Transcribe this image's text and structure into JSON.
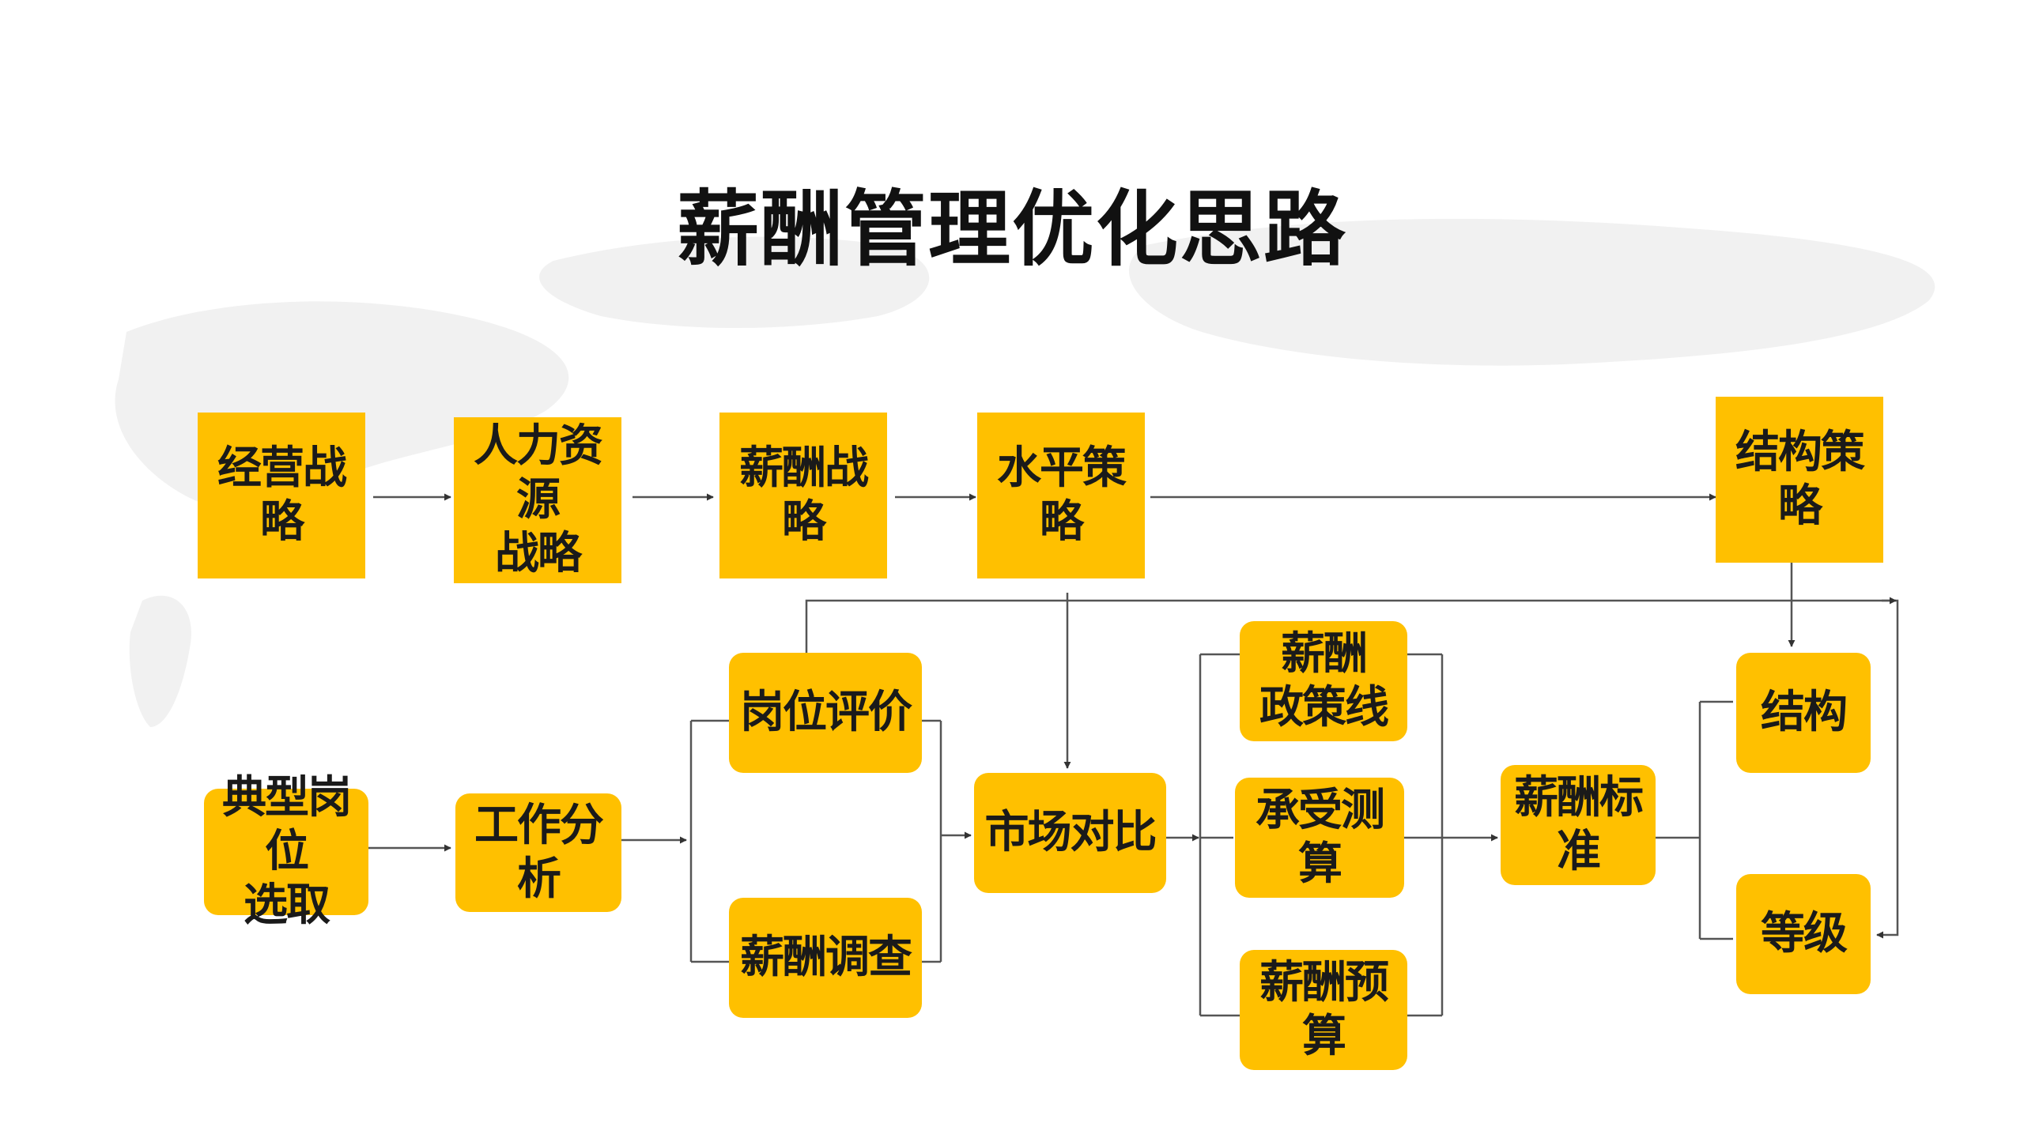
{
  "title": "薪酬管理优化思路",
  "colors": {
    "box_fill": "#FFC000",
    "connector": "#555555",
    "text": "#1a1a1a"
  },
  "nodes": {
    "business_strategy": {
      "label": "经营战略"
    },
    "hr_strategy": {
      "label_line1": "人力资源",
      "label_line2": "战略"
    },
    "pay_strategy": {
      "label": "薪酬战略"
    },
    "level_strategy": {
      "label": "水平策略"
    },
    "structure_strategy": {
      "label": "结构策略"
    },
    "typical_position": {
      "label_line1": "典型岗位",
      "label_line2": "选取"
    },
    "job_analysis": {
      "label": "工作分析"
    },
    "job_evaluation": {
      "label": "岗位评价"
    },
    "pay_survey": {
      "label": "薪酬调查"
    },
    "market_comparison": {
      "label": "市场对比"
    },
    "pay_policy_line": {
      "label_line1": "薪酬",
      "label_line2": "政策线"
    },
    "affordability_calc": {
      "label": "承受测算"
    },
    "pay_budget": {
      "label": "薪酬预算"
    },
    "pay_standard": {
      "label": "薪酬标准"
    },
    "structure": {
      "label": "结构"
    },
    "grade": {
      "label": "等级"
    }
  }
}
